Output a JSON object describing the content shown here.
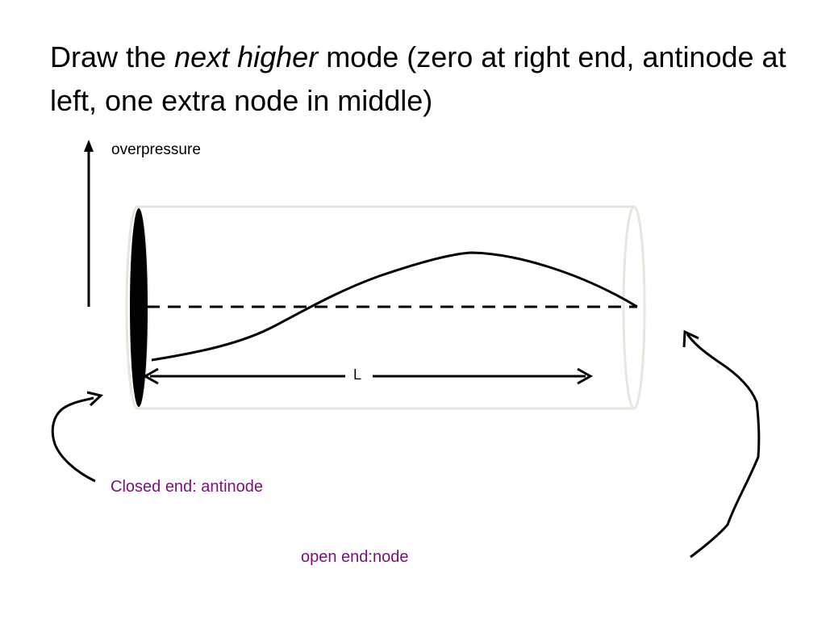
{
  "title": {
    "before": "Draw the ",
    "emphasis": "next higher",
    "after": " mode (zero at right end, antinode at left, one extra node in middle)"
  },
  "labels": {
    "axis": "overpressure",
    "length": "L",
    "closed_end": "Closed end: antinode",
    "open_end": "open end:node"
  },
  "colors": {
    "text": "#000000",
    "annotation": "#7b0f7b",
    "tube_outline": "#e8e6dc",
    "closed_cap": "#000000"
  }
}
